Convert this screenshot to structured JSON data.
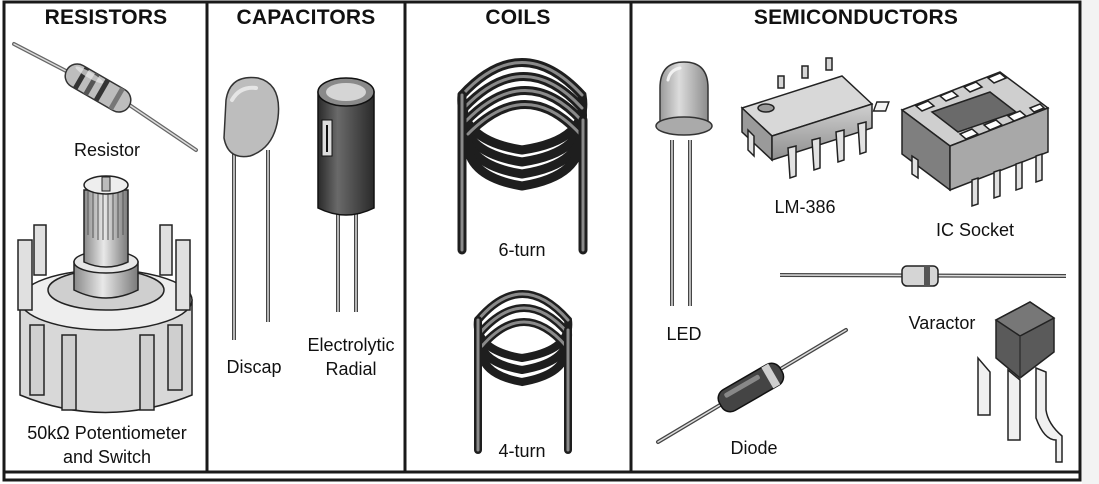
{
  "sections": {
    "resistors": {
      "title": "RESISTORS",
      "items": {
        "resistor": "Resistor",
        "potentiometer_line1": "50kΩ Potentiometer",
        "potentiometer_line2": "and Switch"
      }
    },
    "capacitors": {
      "title": "CAPACITORS",
      "items": {
        "discap": "Discap",
        "electrolytic_line1": "Electrolytic",
        "electrolytic_line2": "Radial"
      }
    },
    "coils": {
      "title": "COILS",
      "items": {
        "six_turn": "6-turn",
        "four_turn": "4-turn"
      }
    },
    "semiconductors": {
      "title": "SEMICONDUCTORS",
      "items": {
        "led": "LED",
        "lm386": "LM-386",
        "ic_socket": "IC Socket",
        "varactor": "Varactor",
        "diode": "Diode"
      }
    }
  },
  "colors": {
    "border": "#1a1a1a",
    "component_gray": "#bdbdbd",
    "component_dark": "#3a3a3a",
    "background": "#ffffff"
  }
}
